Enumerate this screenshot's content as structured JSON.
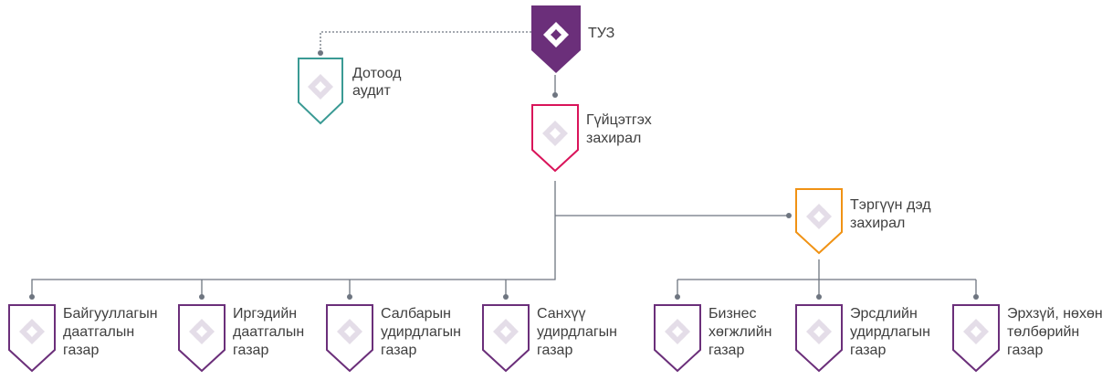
{
  "colors": {
    "purple": "#6b2f7a",
    "pink": "#d9145a",
    "teal": "#3a9a94",
    "orange": "#f09214",
    "connector": "#6e7580",
    "emblem_light": "#e4dde8"
  },
  "nodes": {
    "tuz": {
      "line1": "ТУЗ",
      "icon": "board-emblem-icon"
    },
    "audit": {
      "line1": "Дотоод",
      "line2": "аудит"
    },
    "ceo": {
      "line1": "Гүйцэтгэх",
      "line2": "захирал"
    },
    "deputy": {
      "line1": "Тэргүүн дэд",
      "line2": "захирал"
    },
    "org": {
      "line1": "Байгууллагын",
      "line2": "даатгалын",
      "line3": "газар"
    },
    "citizen": {
      "line1": "Иргэдийн",
      "line2": "даатгалын",
      "line3": "газар"
    },
    "branch": {
      "line1": "Салбарын",
      "line2": "удирдлагын",
      "line3": "газар"
    },
    "finance": {
      "line1": "Санхүү",
      "line2": "удирдлагын",
      "line3": "газар"
    },
    "bizdev": {
      "line1": "Бизнес",
      "line2": "хөгжлийн",
      "line3": "газар"
    },
    "risk": {
      "line1": "Эрсдлийн",
      "line2": "удирдлагын",
      "line3": "газар"
    },
    "health": {
      "line1": "Эрхзүй, нөхөн",
      "line2": "төлбөрийн",
      "line3": "газар"
    }
  }
}
